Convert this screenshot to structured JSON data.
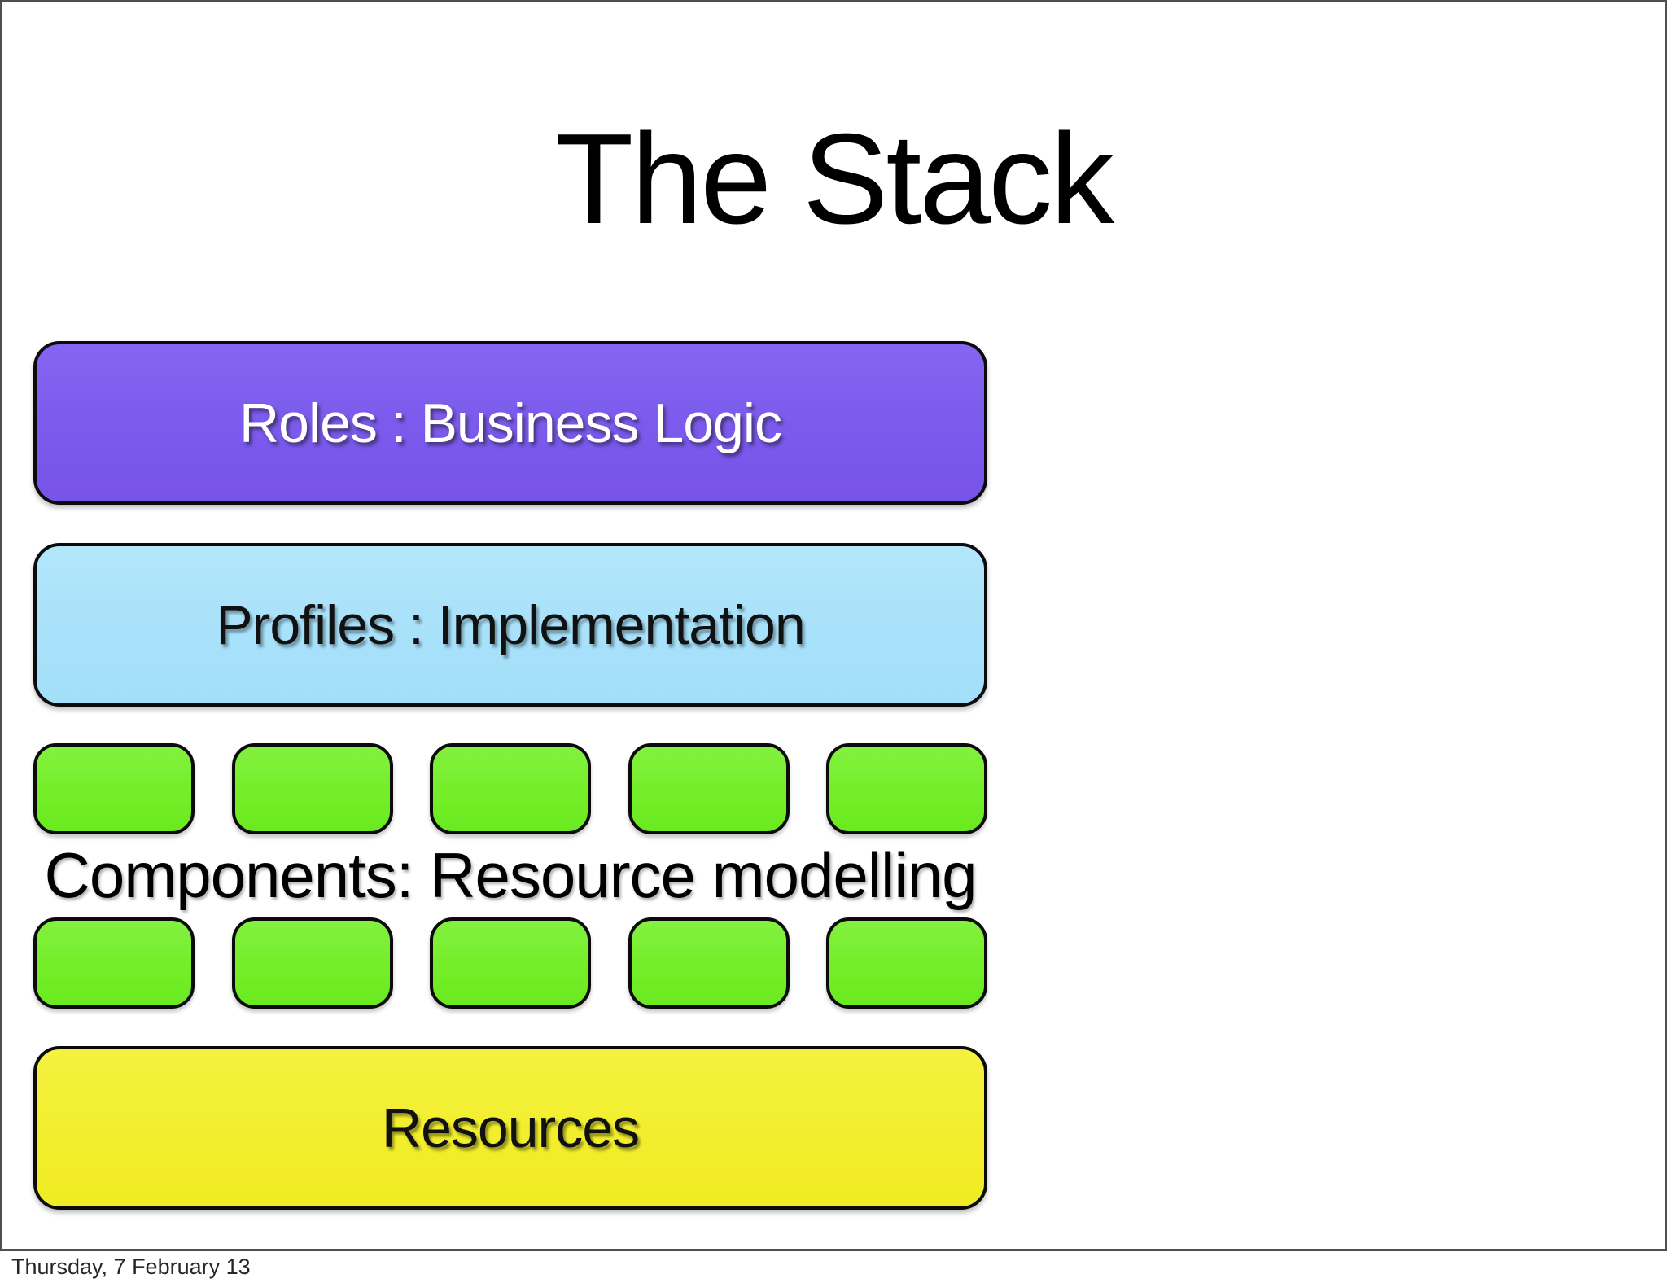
{
  "slide": {
    "title": "The Stack",
    "layers": {
      "roles": {
        "label": "Roles : Business Logic",
        "fill": "#7B5AEC",
        "text_color": "#FFFFFF"
      },
      "profiles": {
        "label": "Profiles : Implementation",
        "fill": "#A8E1FA",
        "text_color": "#111111"
      },
      "components": {
        "label": "Components: Resource modelling",
        "block_fill": "#74EE28",
        "rows": 2,
        "blocks_per_row": 5
      },
      "resources": {
        "label": "Resources",
        "fill": "#F2EE2D",
        "text_color": "#111111"
      }
    },
    "border_color": "#4F4F4F"
  },
  "footer": {
    "date": "Thursday, 7 February 13"
  }
}
